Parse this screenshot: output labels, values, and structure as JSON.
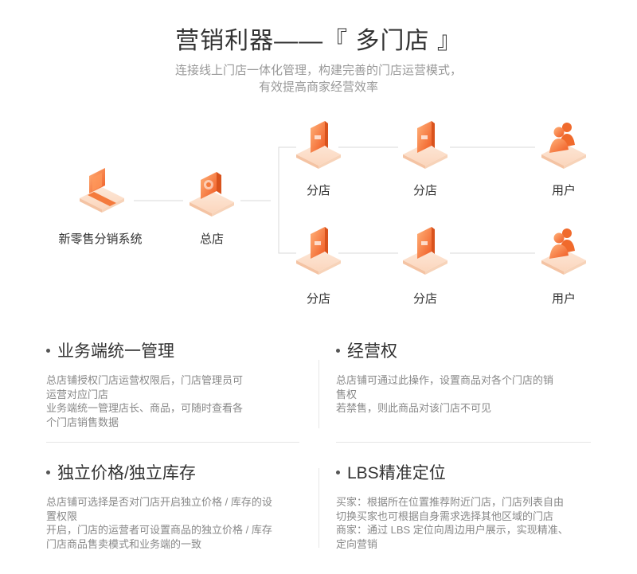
{
  "header": {
    "title": "营销利器——『 多门店 』",
    "subtitle_line1": "连接线上门店一体化管理，构建完善的门店运营模式，",
    "subtitle_line2": "有效提高商家经营效率"
  },
  "diagram": {
    "system_label": "新零售分销系统",
    "hq_label": "总店",
    "branch_labels": [
      "分店",
      "分店",
      "分店",
      "分店"
    ],
    "user_labels": [
      "用户",
      "用户"
    ],
    "accent_color": "#f0743a",
    "icons": [
      "laptop-icon",
      "store-icon",
      "phone-icon",
      "users-icon"
    ]
  },
  "sections": [
    {
      "title": "业务端统一管理",
      "lines": [
        "总店铺授权门店运营权限后，门店管理员可",
        "运营对应门店",
        "业务端统一管理店长、商品，可随时查看各",
        "个门店销售数据"
      ]
    },
    {
      "title": "经营权",
      "lines": [
        "总店铺可通过此操作，设置商品对各个门店的销",
        "售权",
        "若禁售，则此商品对该门店不可见"
      ]
    },
    {
      "title": "独立价格/独立库存",
      "lines": [
        "总店铺可选择是否对门店开启独立价格 / 库存的设",
        "置权限",
        "开启，门店的运营者可设置商品的独立价格 / 库存",
        "门店商品售卖模式和业务端的一致"
      ]
    },
    {
      "title": "LBS精准定位",
      "lines": [
        "买家：根据所在位置推荐附近门店，门店列表自由",
        "切换买家也可根据自身需求选择其他区域的门店",
        "商家：通过 LBS 定位向周边用户展示，实现精准、",
        "定向营销"
      ]
    }
  ]
}
